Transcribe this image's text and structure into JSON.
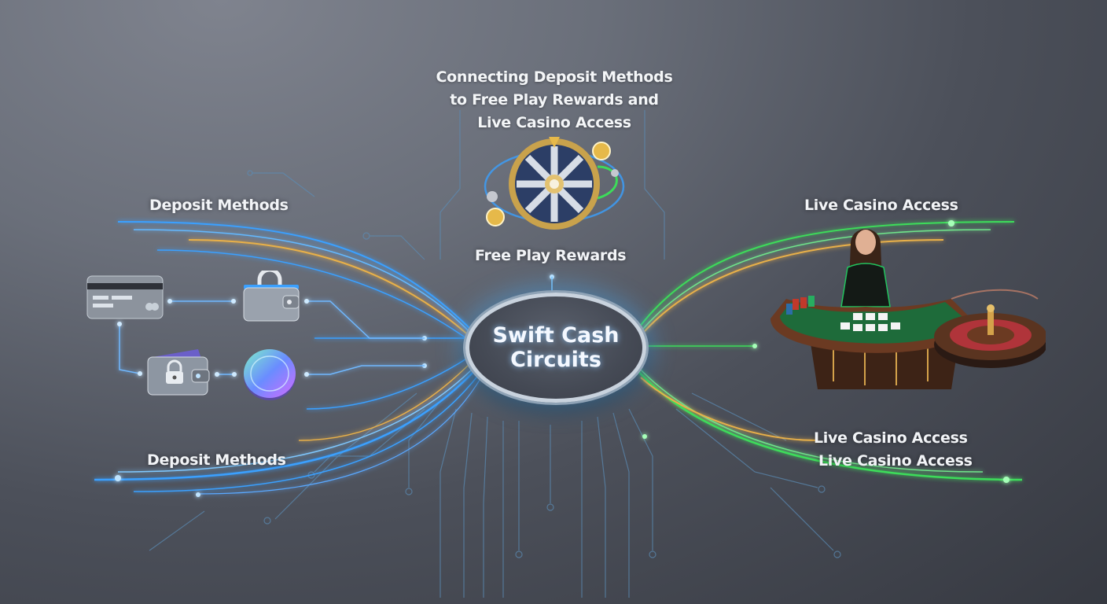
{
  "headline": {
    "line1": "Connecting Deposit Methods",
    "line2": "to Free Play Rewards and",
    "line3": "Live Casino Access"
  },
  "hub": {
    "line1": "Swift Cash",
    "line2": "Circuits"
  },
  "nodes": {
    "free_play": {
      "label": "Free Play Rewards",
      "icon": "prize-wheel-icon"
    },
    "deposit_top": {
      "label": "Deposit Methods"
    },
    "deposit_bottom": {
      "label": "Deposit Methods"
    },
    "live_top": {
      "label": "Live Casino Access"
    },
    "live_bottom_1": {
      "label": "Live Casino Access"
    },
    "live_bottom_2": {
      "label": "Live Casino Access"
    }
  },
  "deposit_icons": [
    {
      "name": "credit-card-icon"
    },
    {
      "name": "locked-wallet-icon"
    },
    {
      "name": "secure-wallet-icon"
    },
    {
      "name": "crypto-coin-icon"
    }
  ],
  "live_casino": {
    "icons": [
      "dealer-icon",
      "blackjack-table-icon",
      "roulette-wheel-icon"
    ]
  },
  "colors": {
    "deposit_stream": "#3aa0ff",
    "reward_stream": "#e8b04a",
    "live_stream": "#3ddc5a",
    "hub_ring": "#c9d3de",
    "text": "#f2f4f7"
  }
}
